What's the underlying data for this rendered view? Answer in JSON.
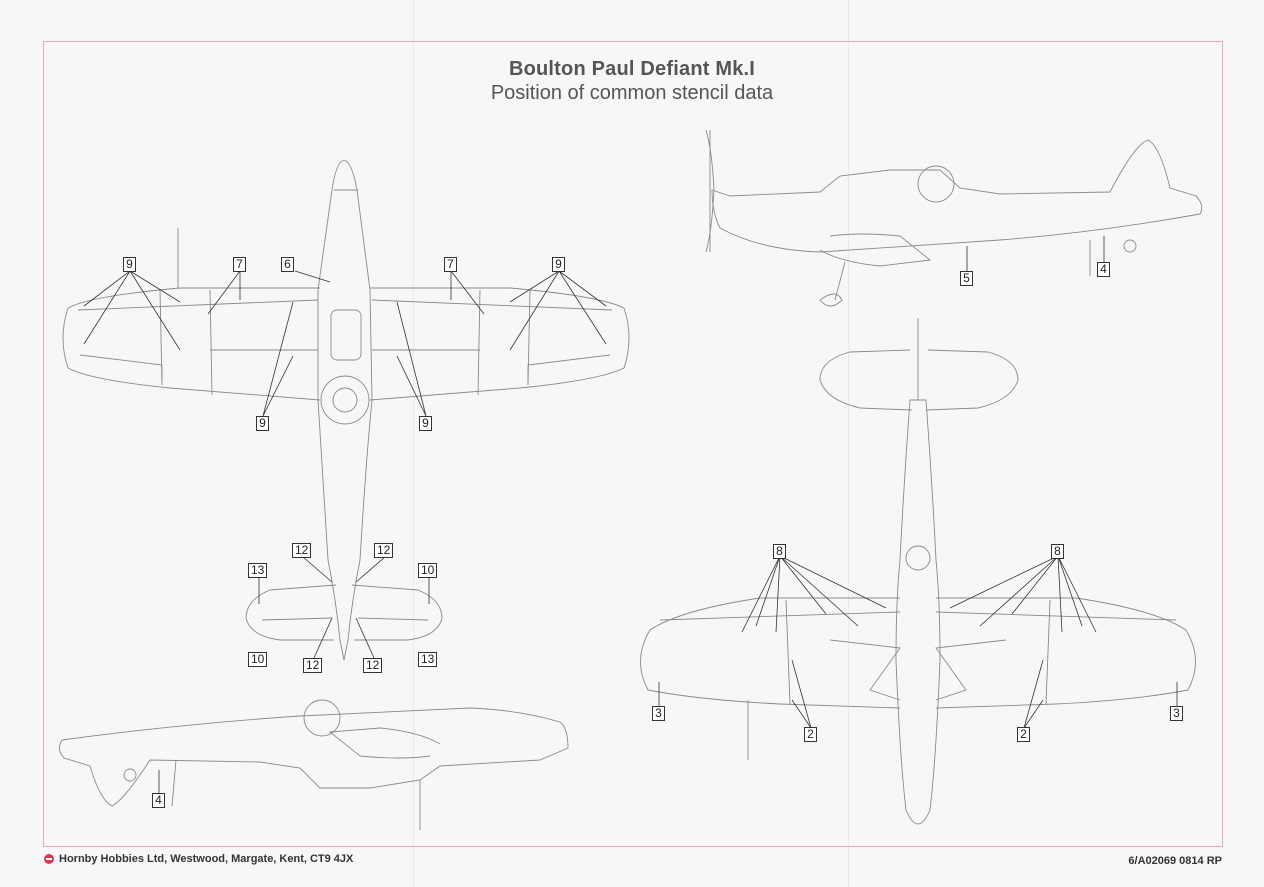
{
  "title": "Boulton Paul Defiant Mk.I",
  "subtitle": "Position of common stencil data",
  "callouts": {
    "top_9_left": "9",
    "top_7_left": "7",
    "top_6": "6",
    "top_7_right": "7",
    "top_9_right": "9",
    "top_9_low_left": "9",
    "top_9_low_right": "9",
    "tail_12_left": "12",
    "tail_12_right": "12",
    "tail_13_left": "13",
    "tail_10_right": "10",
    "tail_10_left": "10",
    "tail_12_low_left": "12",
    "tail_12_low_right": "12",
    "tail_13_right": "13",
    "side_left_4": "4",
    "side_right_5": "5",
    "side_right_4": "4",
    "under_8_left": "8",
    "under_8_right": "8",
    "under_3_left": "3",
    "under_3_right": "3",
    "under_2_left": "2",
    "under_2_right": "2"
  },
  "footer": {
    "company": "Hornby Hobbies Ltd, Westwood, Margate, Kent, CT9 4JX",
    "code": "6/A02069 0814 RP"
  },
  "colors": {
    "frame": "#e7aab2",
    "logo": "#d33a4f"
  }
}
